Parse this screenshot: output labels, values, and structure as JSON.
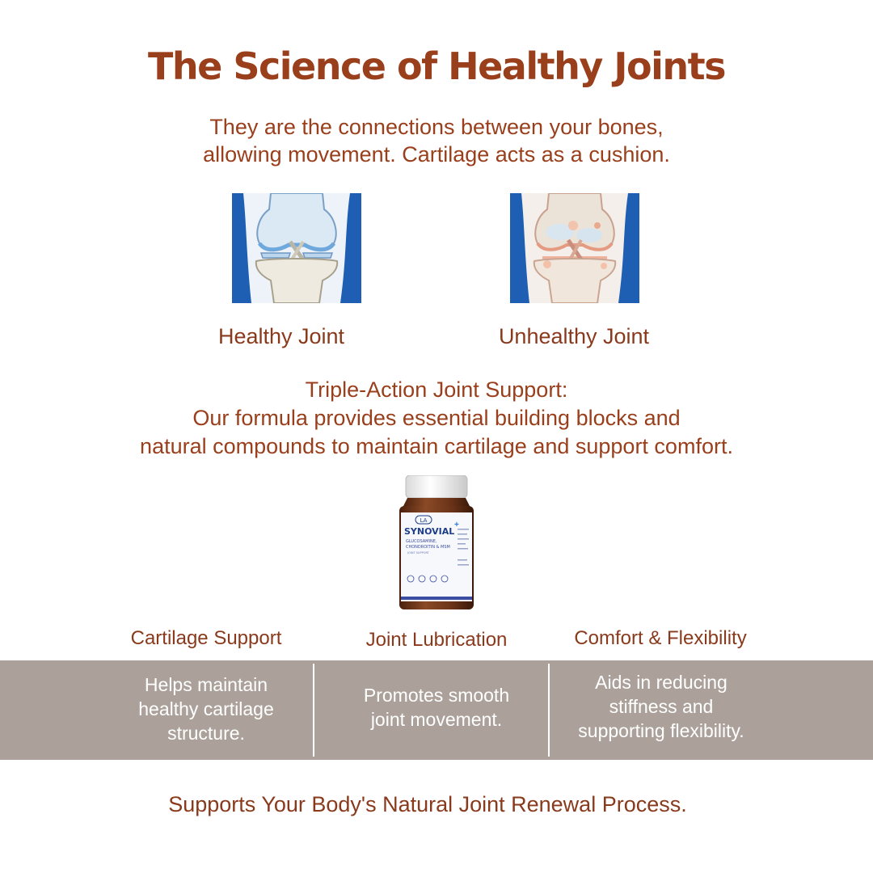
{
  "title": "The Science of Healthy Joints",
  "intro": {
    "line1": "They are the connections between your bones,",
    "line2": "allowing movement. Cartilage acts as a cushion."
  },
  "joints": {
    "healthy_label": "Healthy Joint",
    "unhealthy_label": "Unhealthy Joint"
  },
  "triple_action": {
    "heading": "Triple-Action Joint Support:",
    "line1": "Our formula provides essential building blocks and",
    "line2": "natural compounds to maintain cartilage and support comfort."
  },
  "product": {
    "brand_badge": "LA",
    "name": "SYNOVIAL",
    "line1": "GLUCOSAMINE,",
    "line2": "CHONDROITIN & MSM",
    "line3": "JOINT SUPPORT"
  },
  "benefits": [
    {
      "title": "Cartilage Support",
      "lines": [
        "Helps maintain",
        "healthy cartilage",
        "structure."
      ]
    },
    {
      "title": "Joint Lubrication",
      "lines": [
        "Promotes smooth",
        "joint movement."
      ]
    },
    {
      "title": "Comfort & Flexibility",
      "lines": [
        "Aids in reducing",
        "stiffness and",
        "supporting flexibility."
      ]
    }
  ],
  "footer": "Supports Your Body's Natural Joint Renewal Process.",
  "colors": {
    "brand_brown": "#9a3f1c",
    "band_gray": "#aba19a",
    "joint_blue": "#1f5fb0",
    "bottle_amber": "#6b3419"
  }
}
